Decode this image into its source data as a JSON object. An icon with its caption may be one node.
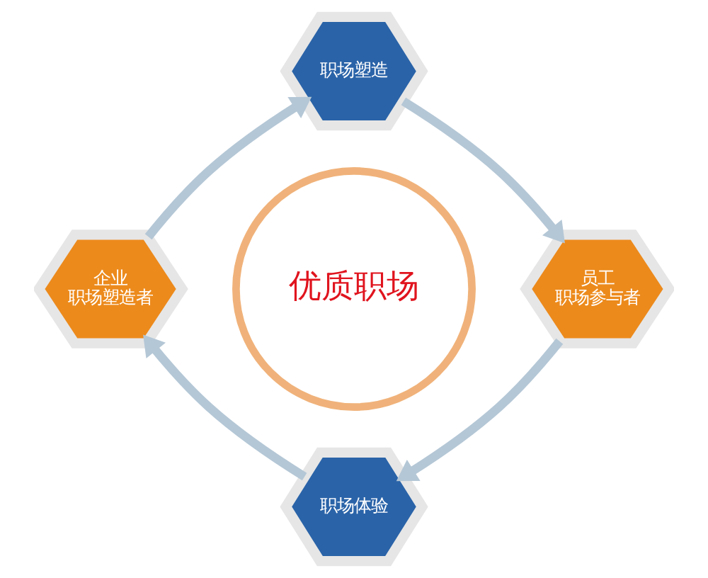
{
  "diagram": {
    "nodes": [
      {
        "text": [
          "优质职场"
        ]
      },
      {
        "text": [
          "职场塑造"
        ]
      },
      {
        "text": [
          "员工",
          "职场参与者"
        ]
      },
      {
        "text": [
          "职场体验"
        ]
      },
      {
        "text": [
          "企业",
          "职场塑造者"
        ]
      }
    ],
    "edges": [
      {
        "from": 1,
        "to": 2,
        "arrow": "to"
      },
      {
        "from": 2,
        "to": 3,
        "arrow": "to"
      },
      {
        "from": 3,
        "to": 4,
        "arrow": "to"
      },
      {
        "from": 4,
        "to": 1,
        "arrow": "to"
      }
    ]
  }
}
